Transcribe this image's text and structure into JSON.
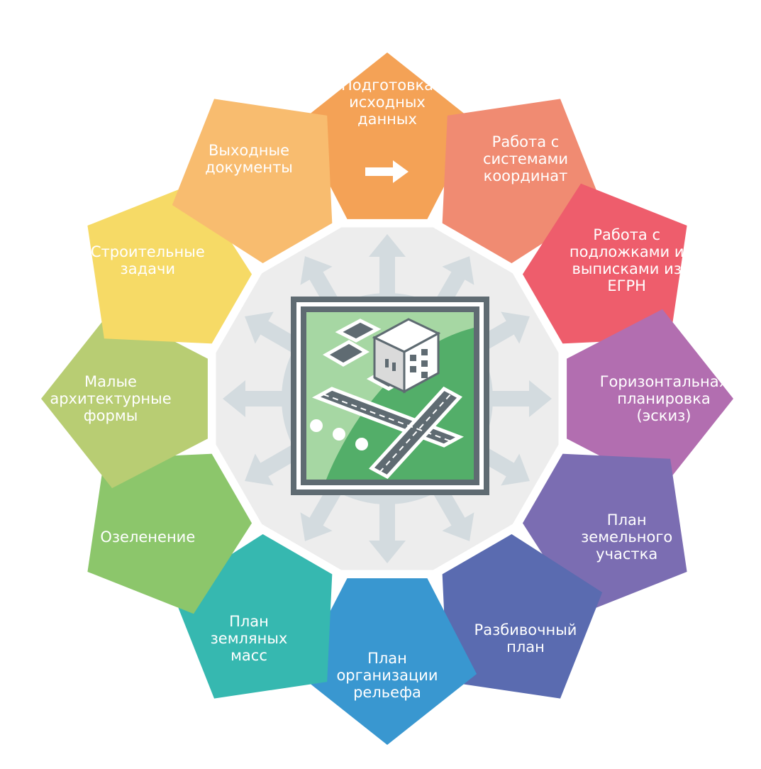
{
  "diagram": {
    "petals": [
      {
        "label": "Подготовка\nисходных\nданных",
        "color": "#F4A256",
        "has_arrow": true
      },
      {
        "label": "Работа с\nсистемами\nкоординат",
        "color": "#F08B72"
      },
      {
        "label": "Работа с\nподложками и\nвыписками из\nЕГРН",
        "color": "#EE5D6C"
      },
      {
        "label": "Горизонтальная\nпланировка\n(эскиз)",
        "color": "#B26EB0"
      },
      {
        "label": "План\nземельного\nучастка",
        "color": "#7B6DB2"
      },
      {
        "label": "Разбивочный\nплан",
        "color": "#5A6BB0"
      },
      {
        "label": "План\nорганизации\nрельефа",
        "color": "#3997D0"
      },
      {
        "label": "План\nземляных\nмасс",
        "color": "#36B8B0"
      },
      {
        "label": "Озеленение",
        "color": "#8CC66B"
      },
      {
        "label": "Малые\nархитектурные\nформы",
        "color": "#B8CD73"
      },
      {
        "label": "Строительные\nзадачи",
        "color": "#F6DA66"
      },
      {
        "label": "Выходные\nдокументы",
        "color": "#F8BC6F"
      }
    ],
    "hub": {
      "ring_color": "#EDEDED",
      "arrow_color": "#D3DBDF",
      "frame_color": "#5F6B72",
      "field_color": "#53AE69",
      "field_light": "#A6D7A3",
      "icon": "site-plan-building-icon"
    }
  }
}
